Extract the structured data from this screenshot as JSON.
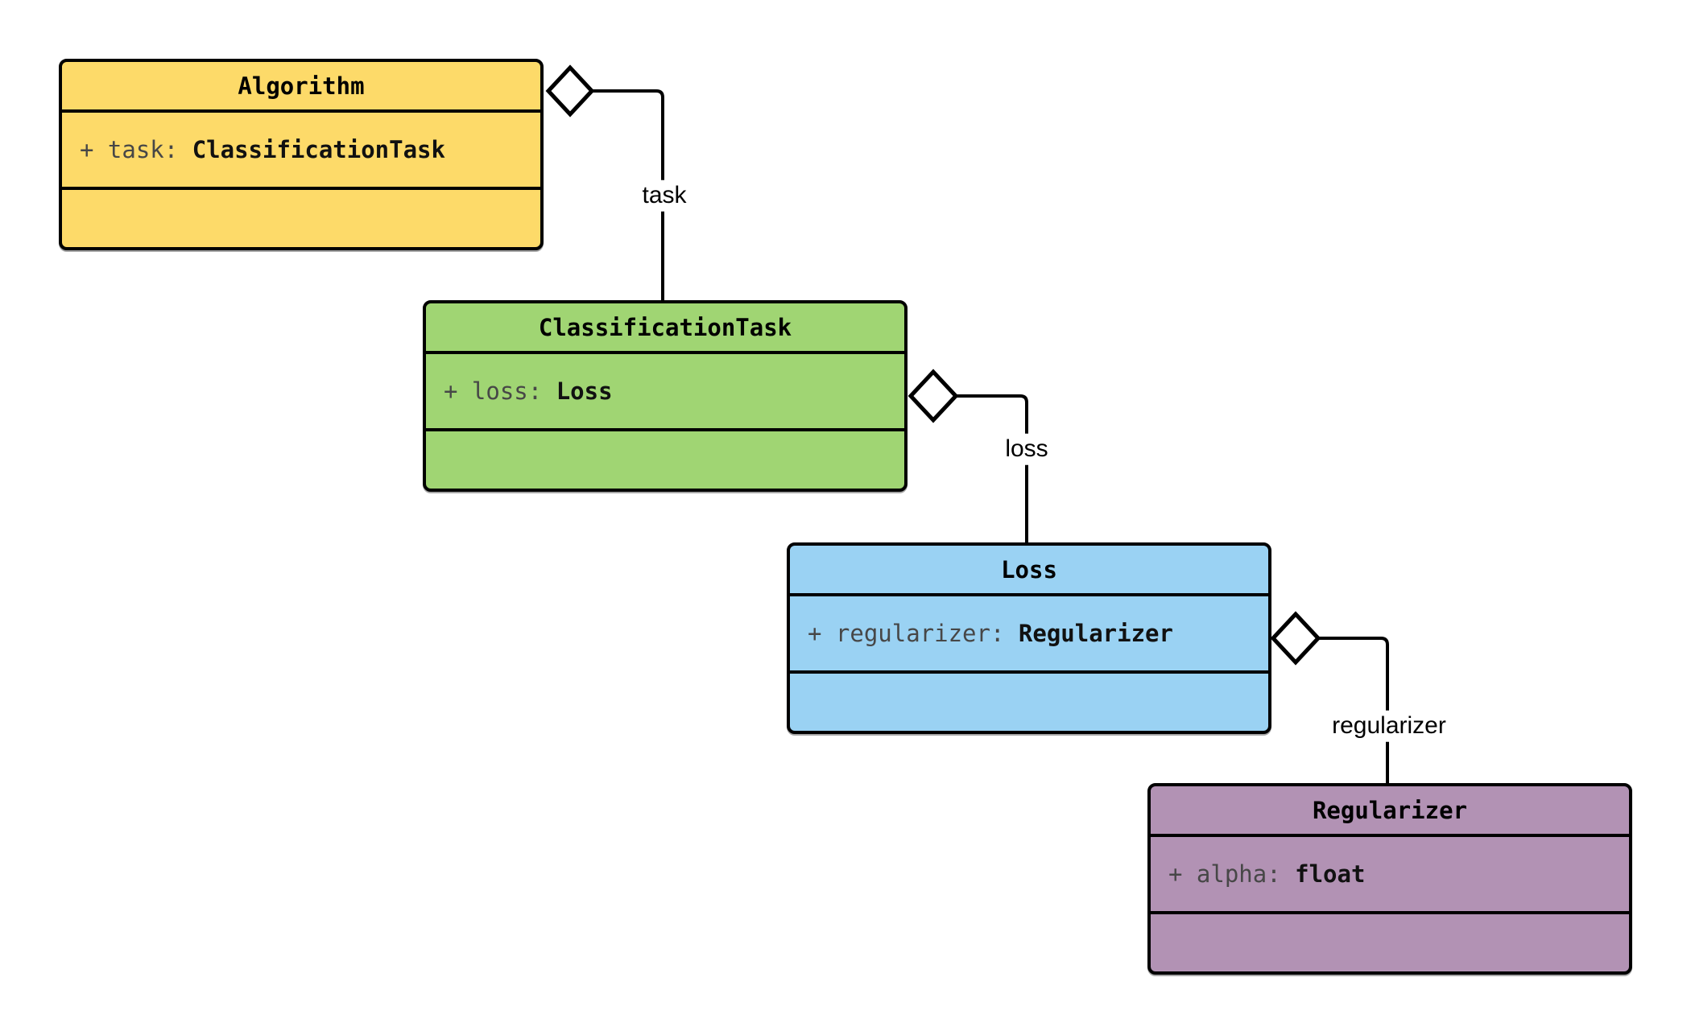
{
  "diagram_type": "uml-class-diagram",
  "colors": {
    "background": "#ffffff",
    "stroke": "#000000",
    "title_text": "#000000",
    "attr_name_text": "#474747",
    "attr_type_text": "#111111",
    "edge_label_text": "#000000",
    "diamond_fill": "#ffffff"
  },
  "classes": [
    {
      "name": "Algorithm",
      "fill": "#FDDA69",
      "attr_label": "+ task: ",
      "attr_type": "ClassificationTask"
    },
    {
      "name": "ClassificationTask",
      "fill": "#A0D573",
      "attr_label": "+ loss: ",
      "attr_type": "Loss"
    },
    {
      "name": "Loss",
      "fill": "#9AD2F3",
      "attr_label": "+ regularizer: ",
      "attr_type": "Regularizer"
    },
    {
      "name": "Regularizer",
      "fill": "#B292B4",
      "attr_label": "+ alpha: ",
      "attr_type": "float"
    }
  ],
  "relations": [
    {
      "label": "task",
      "from": "Algorithm",
      "to": "ClassificationTask",
      "kind": "aggregation"
    },
    {
      "label": "loss",
      "from": "ClassificationTask",
      "to": "Loss",
      "kind": "aggregation"
    },
    {
      "label": "regularizer",
      "from": "Loss",
      "to": "Regularizer",
      "kind": "aggregation"
    }
  ]
}
